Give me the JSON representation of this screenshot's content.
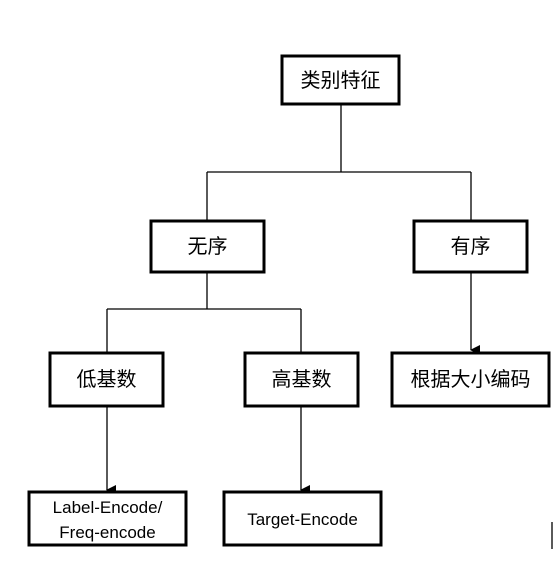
{
  "nodes": {
    "root": "类别特征",
    "unordered": "无序",
    "ordered": "有序",
    "low_cardinality": "低基数",
    "high_cardinality": "高基数",
    "by_magnitude": "根据大小编码",
    "label_freq_line1": "Label-Encode/",
    "label_freq_line2": "Freq-encode",
    "target_encode": "Target-Encode"
  }
}
